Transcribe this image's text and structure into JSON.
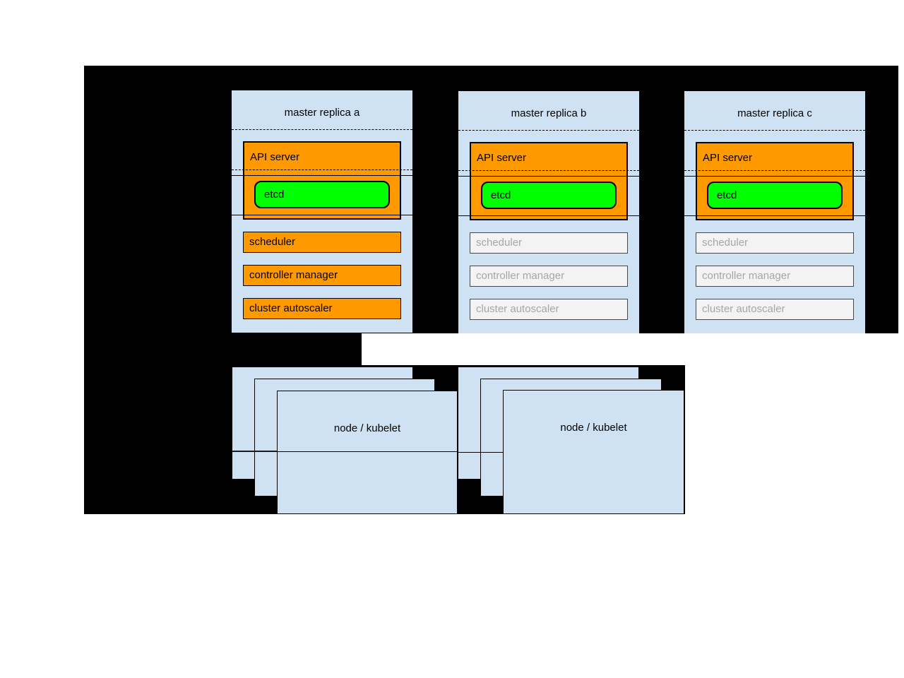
{
  "diagram": {
    "description": "Kubernetes HA control plane diagram: three master replicas above a pool of nodes",
    "colors": {
      "backdrop": "#000000",
      "panel_blue": "#cfe2f3",
      "active_orange": "#ff9900",
      "etcd_green": "#00ff00",
      "inactive_fill": "#f3f3f3",
      "inactive_text": "#a6a6a6",
      "text": "#000000"
    }
  },
  "masters": [
    {
      "title": "master replica a",
      "api_server": "API server",
      "etcd": "etcd",
      "scheduler": "scheduler",
      "controller_manager": "controller manager",
      "cluster_autoscaler": "cluster autoscaler",
      "active_components": [
        "api_server",
        "etcd",
        "scheduler",
        "controller_manager",
        "cluster_autoscaler"
      ],
      "inactive_components": []
    },
    {
      "title": "master replica b",
      "api_server": "API server",
      "etcd": "etcd",
      "scheduler": "scheduler",
      "controller_manager": "controller manager",
      "cluster_autoscaler": "cluster autoscaler",
      "active_components": [
        "api_server",
        "etcd"
      ],
      "inactive_components": [
        "scheduler",
        "controller_manager",
        "cluster_autoscaler"
      ]
    },
    {
      "title": "master replica c",
      "api_server": "API server",
      "etcd": "etcd",
      "scheduler": "scheduler",
      "controller_manager": "controller manager",
      "cluster_autoscaler": "cluster autoscaler",
      "active_components": [
        "api_server",
        "etcd"
      ],
      "inactive_components": [
        "scheduler",
        "controller_manager",
        "cluster_autoscaler"
      ]
    }
  ],
  "node_stacks": [
    {
      "title": "node / kubelet",
      "stacked_cards": 3
    },
    {
      "title": "node / kubelet",
      "stacked_cards": 3
    }
  ]
}
